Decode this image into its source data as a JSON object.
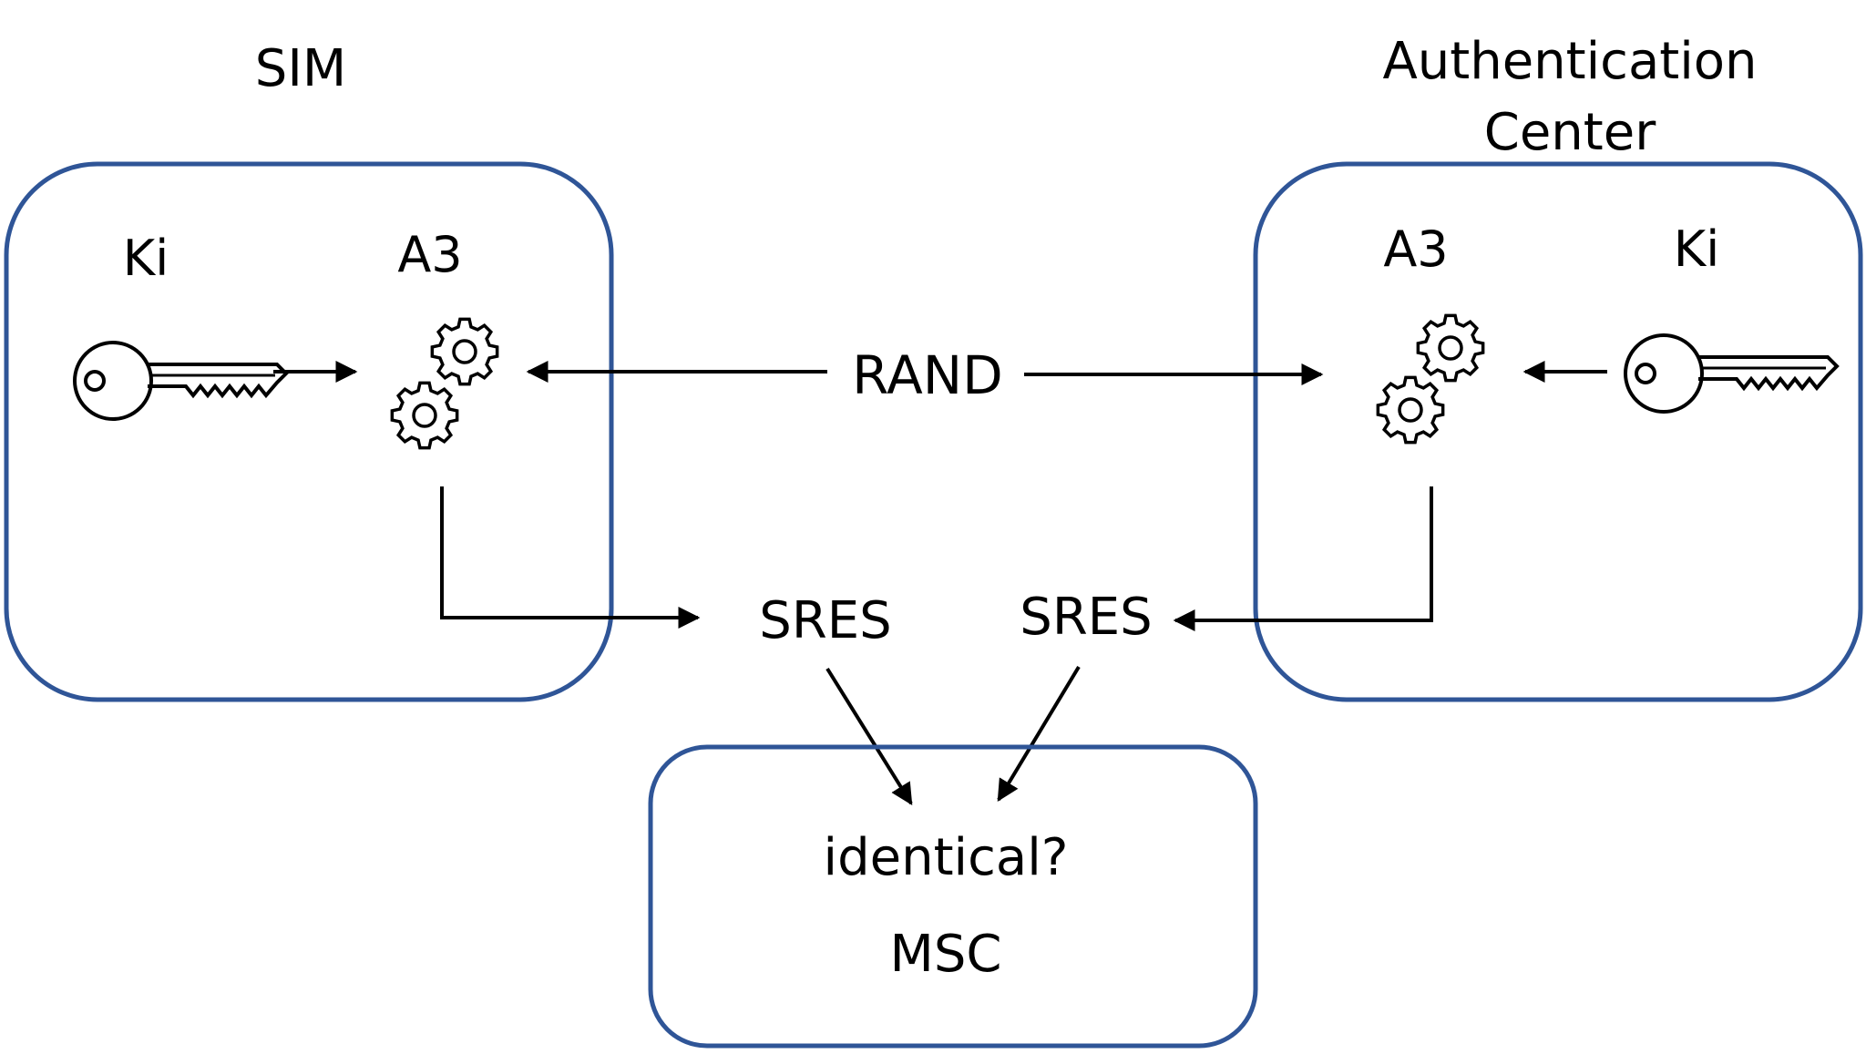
{
  "colors": {
    "box_border": "#2F5597",
    "line": "#000000",
    "background": "#FFFFFF"
  },
  "sim": {
    "title": "SIM",
    "key_label": "Ki",
    "algo_label": "A3",
    "key_icon": "key-icon",
    "gears_icon": "gears-icon"
  },
  "auth_center": {
    "title_line1": "Authentication",
    "title_line2": "Center",
    "algo_label": "A3",
    "key_label": "Ki",
    "key_icon": "key-icon",
    "gears_icon": "gears-icon"
  },
  "flow": {
    "challenge_label": "RAND",
    "sim_response_label": "SRES",
    "ac_response_label": "SRES"
  },
  "msc": {
    "question_label": "identical?",
    "title": "MSC"
  }
}
